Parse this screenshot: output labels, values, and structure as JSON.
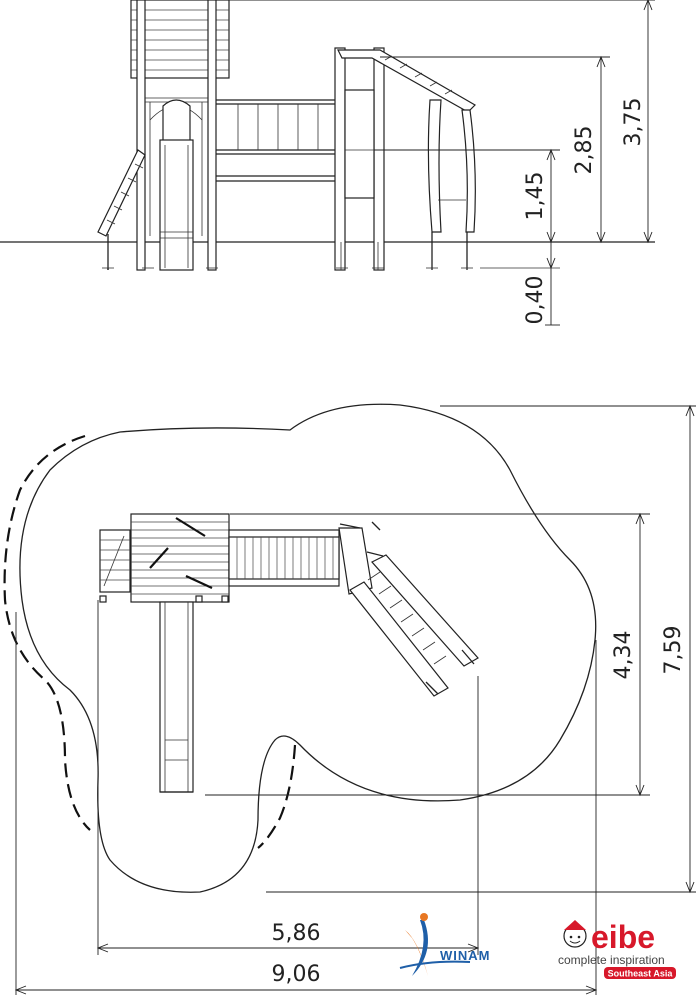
{
  "dimensions": {
    "height_total": "3,75",
    "height_mid": "2,85",
    "height_platform": "1,45",
    "depth_footing": "0,40",
    "width_partial": "5,86",
    "width_total": "9,06",
    "depth_partial": "4,34",
    "depth_total": "7,59"
  },
  "logos": {
    "winam": "WINAM",
    "eibe": "eibe",
    "eibe_tagline": "complete inspiration",
    "eibe_region": "Southeast Asia"
  },
  "colors": {
    "line": "#222222",
    "winam_blue": "#1f5fa8",
    "winam_orange": "#e87722",
    "eibe_red": "#d7182a"
  }
}
